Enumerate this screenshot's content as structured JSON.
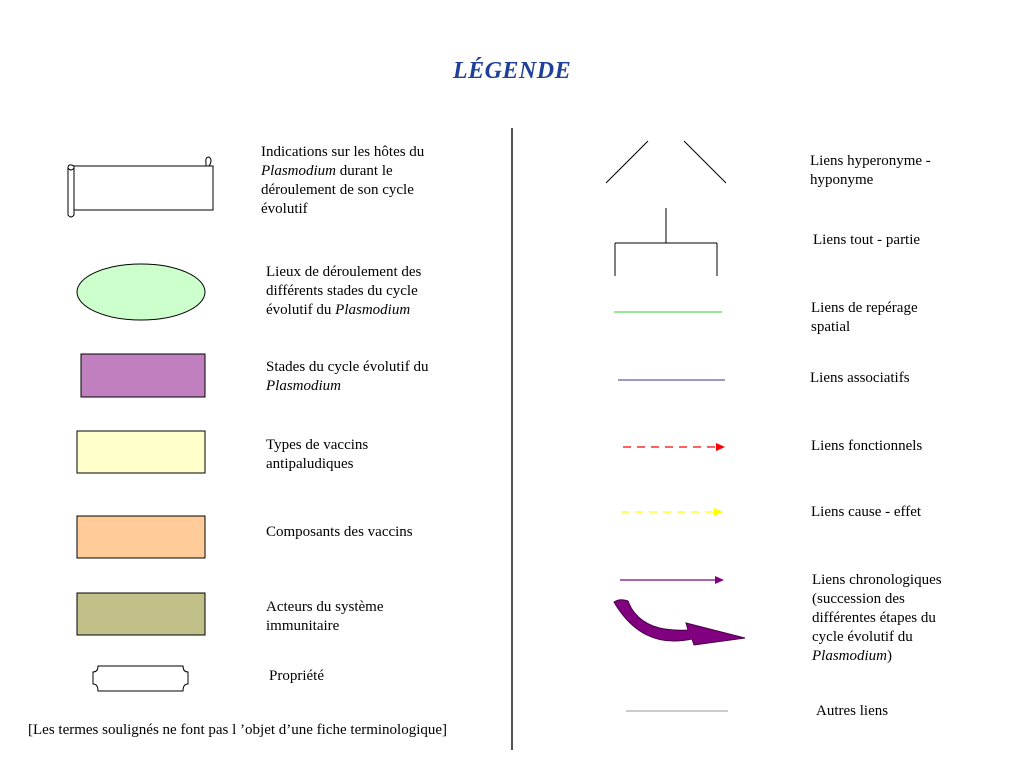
{
  "title": "LÉGENDE",
  "left": {
    "items": [
      {
        "id": "hosts",
        "shape": "scroll",
        "fill": "#ffffff",
        "lines": [
          "Indications sur  les hôtes du",
          "Plasmodium",
          " durant le",
          "déroulement de son cycle",
          "évolutif"
        ]
      },
      {
        "id": "places",
        "shape": "ellipse",
        "fill": "#ccffcc",
        "lines": [
          "Lieux de déroulement des",
          "différents stades du cycle",
          "évolutif du ",
          "Plasmodium"
        ]
      },
      {
        "id": "stages",
        "shape": "rectangle",
        "fill": "#c080c0",
        "lines": [
          "Stades du cycle évolutif du",
          "Plasmodium"
        ]
      },
      {
        "id": "vaccines",
        "shape": "rectangle",
        "fill": "#ffffcc",
        "lines": [
          "Types de vaccins",
          "antipaludiques"
        ]
      },
      {
        "id": "components",
        "shape": "rectangle",
        "fill": "#ffcc99",
        "lines": [
          "Composants des vaccins"
        ]
      },
      {
        "id": "actors",
        "shape": "rectangle",
        "fill": "#c0c088",
        "lines": [
          "Acteurs  du système",
          "immunitaire"
        ]
      },
      {
        "id": "property",
        "shape": "plaque",
        "fill": "#ffffff",
        "lines": [
          "Propriété"
        ]
      }
    ],
    "footnote": "[Les termes soulignés ne font pas l ’objet d’une fiche terminologique]"
  },
  "right": {
    "items": [
      {
        "id": "hyperonym",
        "line_style": "diagonals",
        "color": "#000000",
        "lines": [
          "Liens hyperonyme -",
          "hyponyme"
        ]
      },
      {
        "id": "whole-part",
        "line_style": "tree",
        "color": "#000000",
        "lines": [
          "Liens tout - partie"
        ]
      },
      {
        "id": "spatial",
        "line_style": "solid",
        "color": "#33cc33",
        "lines": [
          "Liens de repérage",
          "spatial"
        ]
      },
      {
        "id": "associative",
        "line_style": "solid",
        "color": "#333399",
        "lines": [
          "Liens associatifs"
        ]
      },
      {
        "id": "functional",
        "line_style": "dashed-arrow",
        "color": "#ff0000",
        "lines": [
          "Liens fonctionnels"
        ]
      },
      {
        "id": "cause-effect",
        "line_style": "dashed-arrow",
        "color": "#ffff00",
        "lines": [
          "Liens cause - effet"
        ]
      },
      {
        "id": "chronological",
        "line_style": "arrow-and-curved-arrow",
        "color": "#800080",
        "lines": [
          "Liens chronologiques",
          "(succession des",
          "différentes étapes du",
          "cycle évolutif du",
          "Plasmodium",
          ")"
        ]
      },
      {
        "id": "other",
        "line_style": "solid",
        "color": "#999999",
        "lines": [
          "Autres liens"
        ]
      }
    ]
  }
}
